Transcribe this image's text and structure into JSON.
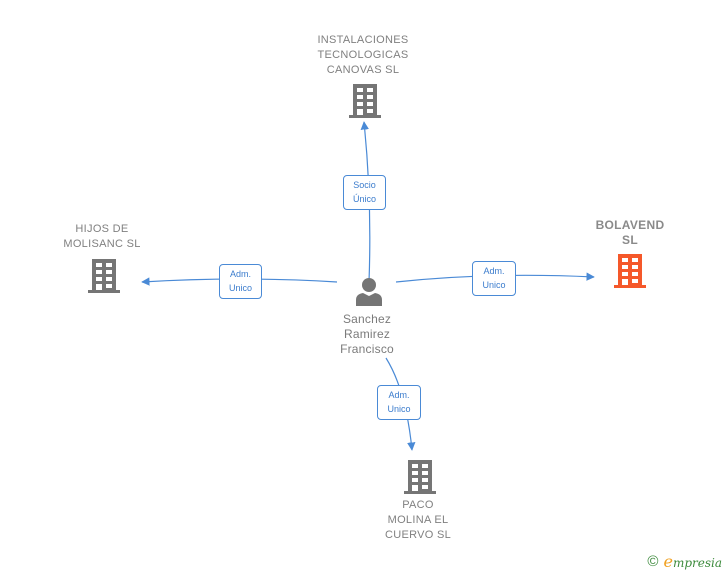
{
  "diagram": {
    "type": "corporate-relationship-graph",
    "colors": {
      "edge": "#4a8ad6",
      "node_default": "#757575",
      "node_focus": "#f5582a",
      "label_text": "#808080",
      "edge_label_text": "#3b7ccd"
    },
    "center_person": {
      "name": "Sanchez\nRamirez\nFrancisco",
      "icon": "person-icon"
    },
    "companies": [
      {
        "id": "instalaciones",
        "name": "INSTALACIONES\nTECNOLOGICAS\nCANOVAS  SL",
        "icon": "building-icon",
        "focus": false
      },
      {
        "id": "hijos",
        "name": "HIJOS DE\nMOLISANC  SL",
        "icon": "building-icon",
        "focus": false
      },
      {
        "id": "bolavend",
        "name": "BOLAVEND\nSL",
        "icon": "building-icon",
        "focus": true
      },
      {
        "id": "paco",
        "name": "PACO\nMOLINA EL\nCUERVO  SL",
        "icon": "building-icon",
        "focus": false
      }
    ],
    "edges": [
      {
        "from": "center",
        "to": "instalaciones",
        "label": "Socio\nÚnico"
      },
      {
        "from": "center",
        "to": "hijos",
        "label": "Adm.\nUnico"
      },
      {
        "from": "center",
        "to": "bolavend",
        "label": "Adm.\nUnico"
      },
      {
        "from": "center",
        "to": "paco",
        "label": "Adm.\nUnico"
      }
    ]
  },
  "footer": {
    "copyright_symbol": "©",
    "brand_first": "e",
    "brand_rest": "mpresia"
  }
}
